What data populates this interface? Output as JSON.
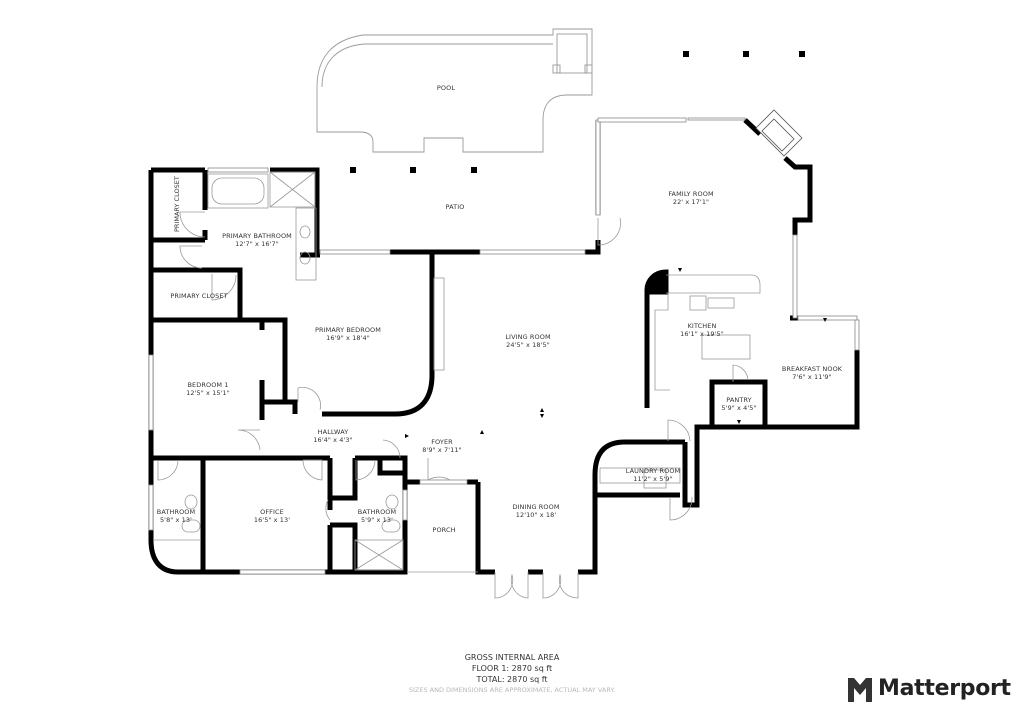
{
  "rooms": {
    "pool": {
      "name": "POOL"
    },
    "patio": {
      "name": "PATIO"
    },
    "primary_closet_1": {
      "name": "PRIMARY CLOSET"
    },
    "primary_bathroom": {
      "name": "PRIMARY BATHROOM",
      "dim": "12'7\" x 16'7\""
    },
    "primary_closet_2": {
      "name": "PRIMARY CLOSET"
    },
    "primary_bedroom": {
      "name": "PRIMARY BEDROOM",
      "dim": "16'9\" x 18'4\""
    },
    "bedroom_1": {
      "name": "BEDROOM 1",
      "dim": "12'5\" x 15'1\""
    },
    "hallway": {
      "name": "HALLWAY",
      "dim": "16'4\" x 4'3\""
    },
    "bathroom_1": {
      "name": "BATHROOM",
      "dim": "5'8\" x 13'"
    },
    "office": {
      "name": "OFFICE",
      "dim": "16'5\" x 13'"
    },
    "bathroom_2": {
      "name": "BATHROOM",
      "dim": "5'9\" x 13'"
    },
    "foyer": {
      "name": "FOYER",
      "dim": "8'9\" x 7'11\""
    },
    "porch": {
      "name": "PORCH"
    },
    "living_room": {
      "name": "LIVING ROOM",
      "dim": "24'5\" x 18'5\""
    },
    "dining_room": {
      "name": "DINING ROOM",
      "dim": "12'10\" x 18'"
    },
    "family_room": {
      "name": "FAMILY ROOM",
      "dim": "22' x 17'1\""
    },
    "kitchen": {
      "name": "KITCHEN",
      "dim": "16'1\" x 19'5\""
    },
    "breakfast_nook": {
      "name": "BREAKFAST NOOK",
      "dim": "7'6\" x 11'9\""
    },
    "pantry": {
      "name": "PANTRY",
      "dim": "5'9\" x 4'5\""
    },
    "laundry_room": {
      "name": "LAUNDRY ROOM",
      "dim": "11'2\" x 5'9\""
    }
  },
  "area": {
    "heading": "GROSS INTERNAL AREA",
    "floor_1": "FLOOR 1: 2870 sq ft",
    "total": "TOTAL: 2870 sq ft",
    "note": "SIZES AND DIMENSIONS ARE APPROXIMATE, ACTUAL MAY VARY."
  },
  "brand": {
    "name": "Matterport",
    "icon": "matterport-logo-icon"
  },
  "colors": {
    "wall": "#000000",
    "fixture": "#9a9a9a",
    "text": "#333333",
    "note": "#b8b8b8"
  }
}
